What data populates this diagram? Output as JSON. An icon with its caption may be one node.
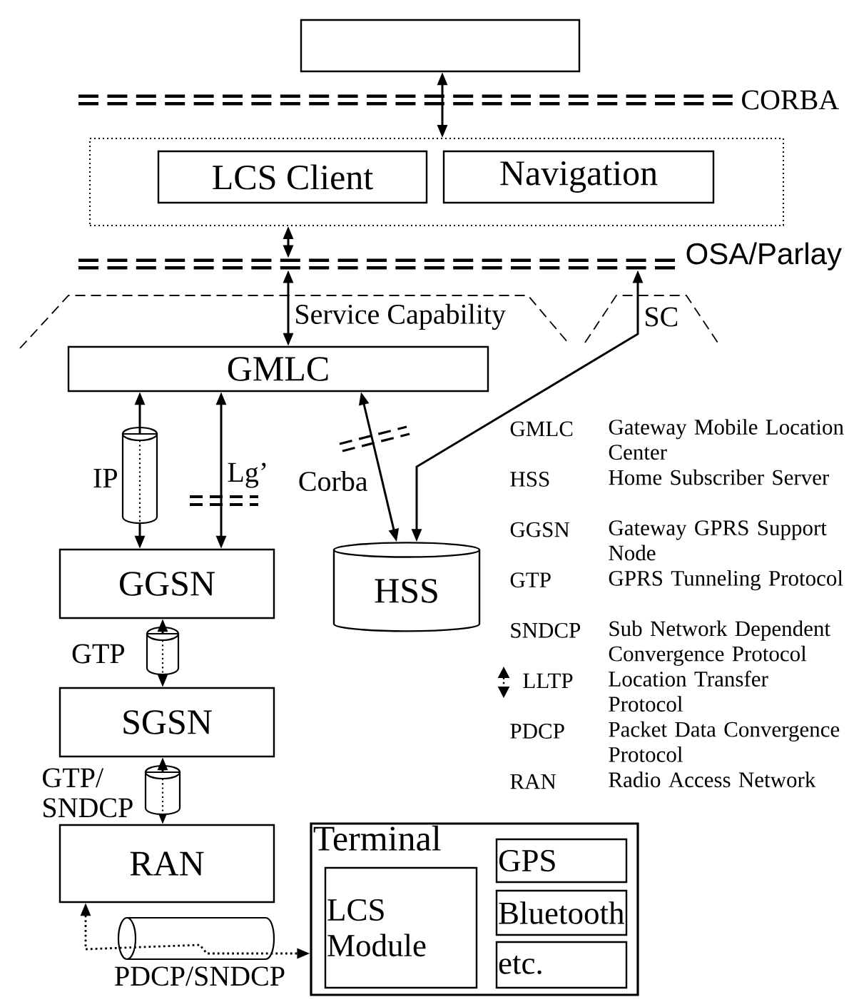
{
  "diagram": {
    "nodes": [
      {
        "text": [],
        "shape": "box"
      },
      {
        "text": [],
        "shape": "box"
      },
      {
        "text": [
          "LCS Client"
        ],
        "in": 1
      },
      {
        "text": [
          "Navigation"
        ],
        "in": 1
      },
      {
        "text": [
          "OSA/Parlay"
        ]
      },
      {
        "text": [
          "GMLC"
        ]
      },
      {
        "text": [
          "GGSN"
        ]
      },
      {
        "text": [
          "HSS"
        ]
      },
      {
        "text": [
          "SGSN"
        ]
      },
      {
        "text": [
          "RAN"
        ]
      },
      {
        "text": [
          "Terminal"
        ]
      },
      {
        "text": [
          "LCS Module"
        ],
        "in": 10
      },
      {
        "text": [
          "GPS"
        ],
        "in": 10
      },
      {
        "text": [
          "Bluetooth"
        ],
        "in": 10
      },
      {
        "text": [
          "etc."
        ],
        "in": 10
      }
    ],
    "edges": [
      {
        "from": 0,
        "to": 1,
        "arrow": "both"
      },
      {
        "from": 1,
        "to": 4,
        "arrow": "both"
      },
      {
        "from": 4,
        "to": 5,
        "arrow": "both",
        "label": "Service Capability"
      },
      {
        "from": 7,
        "to": 4,
        "arrow": "both",
        "label": "SC"
      },
      {
        "from": 5,
        "to": 6,
        "arrow": "both",
        "label": "IP"
      },
      {
        "from": 5,
        "to": 6,
        "arrow": "both",
        "label": "Lg’"
      },
      {
        "from": 5,
        "to": 7,
        "arrow": "both",
        "label": "Corba"
      },
      {
        "from": 6,
        "to": 8,
        "arrow": "both",
        "label": "GTP"
      },
      {
        "from": 8,
        "to": 9,
        "arrow": "both",
        "label": "GTP/ SNDCP"
      },
      {
        "from": 9,
        "to": 10,
        "arrow": "both",
        "label": "PDCP/SNDCP",
        "style": "dashed"
      }
    ],
    "labels": [
      "CORBA",
      "GMLC",
      "Gateway Mobile Location Center",
      "HSS",
      "Home Subscriber Server",
      "GGSN",
      "Gateway GPRS Support Node",
      "GTP",
      "GPRS Tunneling Protocol",
      "SNDCP",
      "Sub Network Dependent Convergence Protocol",
      "LLTP",
      "Location Transfer Protocol",
      "PDCP",
      "Packet Data Convergence Protocol",
      "RAN",
      "Radio Access Network"
    ]
  }
}
